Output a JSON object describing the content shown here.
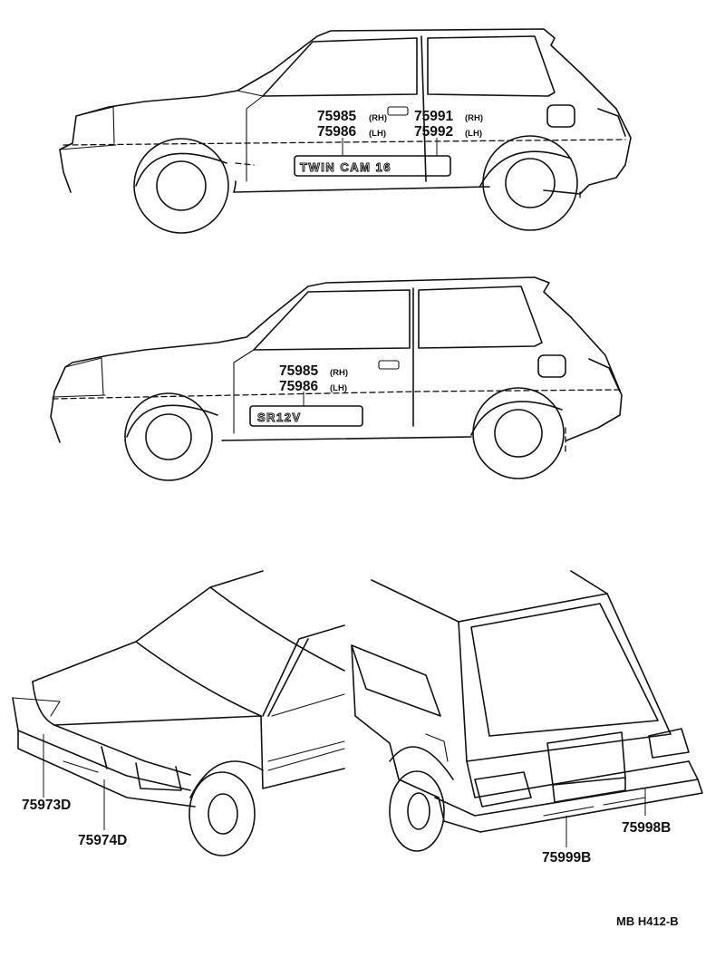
{
  "car1": {
    "labels": [
      {
        "part": "75985",
        "side": "(RH)"
      },
      {
        "part": "75986",
        "side": "(LH)"
      },
      {
        "part": "75991",
        "side": "(RH)"
      },
      {
        "part": "75992",
        "side": "(LH)"
      }
    ],
    "emblem": "TWIN CAM 16"
  },
  "car2": {
    "labels": [
      {
        "part": "75985",
        "side": "(RH)"
      },
      {
        "part": "75986",
        "side": "(LH)"
      }
    ],
    "emblem": "SR12V"
  },
  "front_view": {
    "labels": [
      "75973D",
      "75974D"
    ]
  },
  "rear_view": {
    "labels": [
      "75998B",
      "75999B"
    ]
  },
  "reference": "MB H412-B"
}
